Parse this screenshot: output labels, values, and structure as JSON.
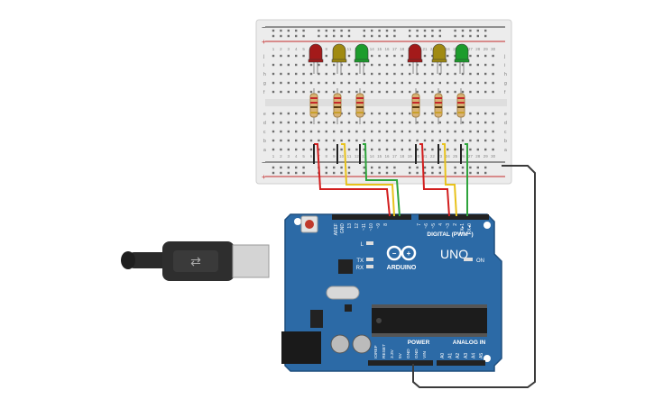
{
  "board": {
    "brand": "ARDUINO",
    "model": "UNO",
    "label_digital": "DIGITAL (PWM~)",
    "label_power": "POWER",
    "label_analog": "ANALOG IN",
    "label_on": "ON",
    "label_l": "L",
    "label_tx": "TX",
    "label_rx": "RX",
    "digital_pins": [
      "AREF",
      "GND",
      "13",
      "12",
      "~11",
      "~10",
      "~9",
      "8",
      "7",
      "~6",
      "~5",
      "4",
      "~3",
      "2",
      "TX▸1",
      "RX◂0"
    ],
    "power_pins": [
      "IOREF",
      "RESET",
      "3.3V",
      "5V",
      "GND",
      "GND",
      "VIN"
    ],
    "analog_pins": [
      "A0",
      "A1",
      "A2",
      "A3",
      "A4",
      "A5"
    ]
  },
  "breadboard": {
    "row_letters_top": [
      "j",
      "i",
      "h",
      "g",
      "f"
    ],
    "row_letters_bottom": [
      "e",
      "d",
      "c",
      "b",
      "a"
    ],
    "col_numbers": [
      "1",
      "2",
      "3",
      "4",
      "5",
      "6",
      "7",
      "8",
      "9",
      "10",
      "11",
      "12",
      "13",
      "14",
      "15",
      "16",
      "17",
      "18",
      "19",
      "20",
      "21",
      "22",
      "23",
      "24",
      "25",
      "26",
      "27",
      "28",
      "29",
      "30"
    ],
    "plus": "+",
    "minus": "−"
  },
  "leds": [
    {
      "id": "led-red-1",
      "color": "#a31a1a"
    },
    {
      "id": "led-yellow-1",
      "color": "#a08a12"
    },
    {
      "id": "led-green-1",
      "color": "#1d9c2c"
    },
    {
      "id": "led-red-2",
      "color": "#a31a1a"
    },
    {
      "id": "led-yellow-2",
      "color": "#a08a12"
    },
    {
      "id": "led-green-2",
      "color": "#1d9c2c"
    }
  ],
  "colors": {
    "board": "#2c6aa6",
    "board_dark": "#1f4f7f",
    "breadboard": "#ededed",
    "wire_red": "#d21e1e",
    "wire_yellow": "#e8c21c",
    "wire_green": "#2ea43c",
    "wire_black": "#222222",
    "wire_gray": "#3a3a3a"
  }
}
